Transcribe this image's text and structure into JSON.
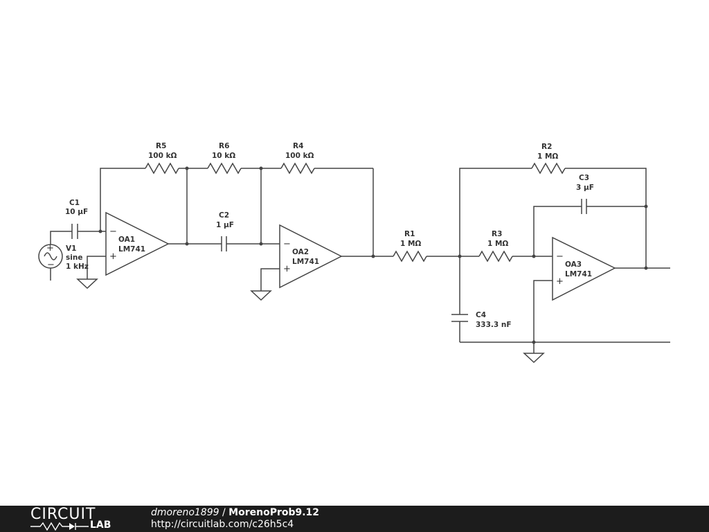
{
  "components": {
    "c1": {
      "ref": "C1",
      "value": "10 µF"
    },
    "v1": {
      "ref": "V1",
      "type": "sine",
      "freq": "1 kHz"
    },
    "oa1": {
      "ref": "OA1",
      "model": "LM741"
    },
    "r5": {
      "ref": "R5",
      "value": "100 kΩ"
    },
    "r6": {
      "ref": "R6",
      "value": "10 kΩ"
    },
    "r4": {
      "ref": "R4",
      "value": "100 kΩ"
    },
    "c2": {
      "ref": "C2",
      "value": "1 µF"
    },
    "oa2": {
      "ref": "OA2",
      "model": "LM741"
    },
    "r1": {
      "ref": "R1",
      "value": "1 MΩ"
    },
    "r2": {
      "ref": "R2",
      "value": "1 MΩ"
    },
    "c3": {
      "ref": "C3",
      "value": "3 µF"
    },
    "r3": {
      "ref": "R3",
      "value": "1 MΩ"
    },
    "oa3": {
      "ref": "OA3",
      "model": "LM741"
    },
    "c4": {
      "ref": "C4",
      "value": "333.3 nF"
    }
  },
  "signs": {
    "minus": "−",
    "plus": "+"
  },
  "footer": {
    "brand_top": "CIRCUIT",
    "brand_bottom": "LAB",
    "user": "dmoreno1899",
    "separator": " / ",
    "project": "MorenoProb9.12",
    "url": "http://circuitlab.com/c26h5c4"
  },
  "colors": {
    "line": "#444444",
    "footer_bg": "#1c1c1c",
    "text": "#333333"
  }
}
